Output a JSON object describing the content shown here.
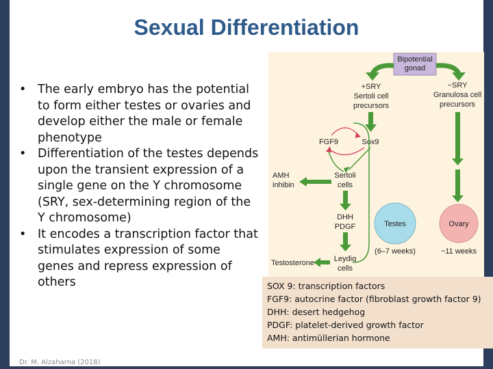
{
  "slide": {
    "title": "Sexual  Differentiation",
    "bullets": [
      "The early embryo has the potential to form either testes or ovaries and develop either the male or female phenotype",
      "Differentiation of the testes depends upon the transient expression of a single gene on the Y chromosome (SRY, sex-determining region of the Y chromosome)",
      "It encodes a transcription factor that stimulates expression of some genes and repress expression of others"
    ],
    "footer": "Dr. M. Alzaharna (2018)"
  },
  "diagram": {
    "bipotential_gonad": [
      "Bipotential",
      "gonad"
    ],
    "plus_sry": [
      "+SRY",
      "Sertoli cell",
      "precursors"
    ],
    "minus_sry": [
      "−SRY",
      "Granulosa cell",
      "precursors"
    ],
    "fgf9": "FGF9",
    "sox9": "Sox9",
    "amh_inhibin": [
      "AMH",
      "inhibin"
    ],
    "sertoli_cells": [
      "Sertoli",
      "cells"
    ],
    "dhh_pdgf": [
      "DHH",
      "PDGF"
    ],
    "testes": "Testes",
    "ovary": "Ovary",
    "leydig_cells": [
      "Leydig",
      "cells"
    ],
    "testosterone": "Testosterone",
    "weeks_testes": "(6–7 weeks)",
    "weeks_ovary": "~11 weeks",
    "colors": {
      "green": "#4a9a3a",
      "gonad_box": "#c9b8dc",
      "testes": "#a8dcea",
      "ovary": "#f3b3b1"
    }
  },
  "legend": [
    "SOX 9: transcription factors",
    "FGF9: autocrine factor (fibroblast growth factor 9)",
    "DHH: desert hedgehog",
    "PDGF: platelet-derived growth factor",
    "AMH: antimüllerian hormone"
  ]
}
